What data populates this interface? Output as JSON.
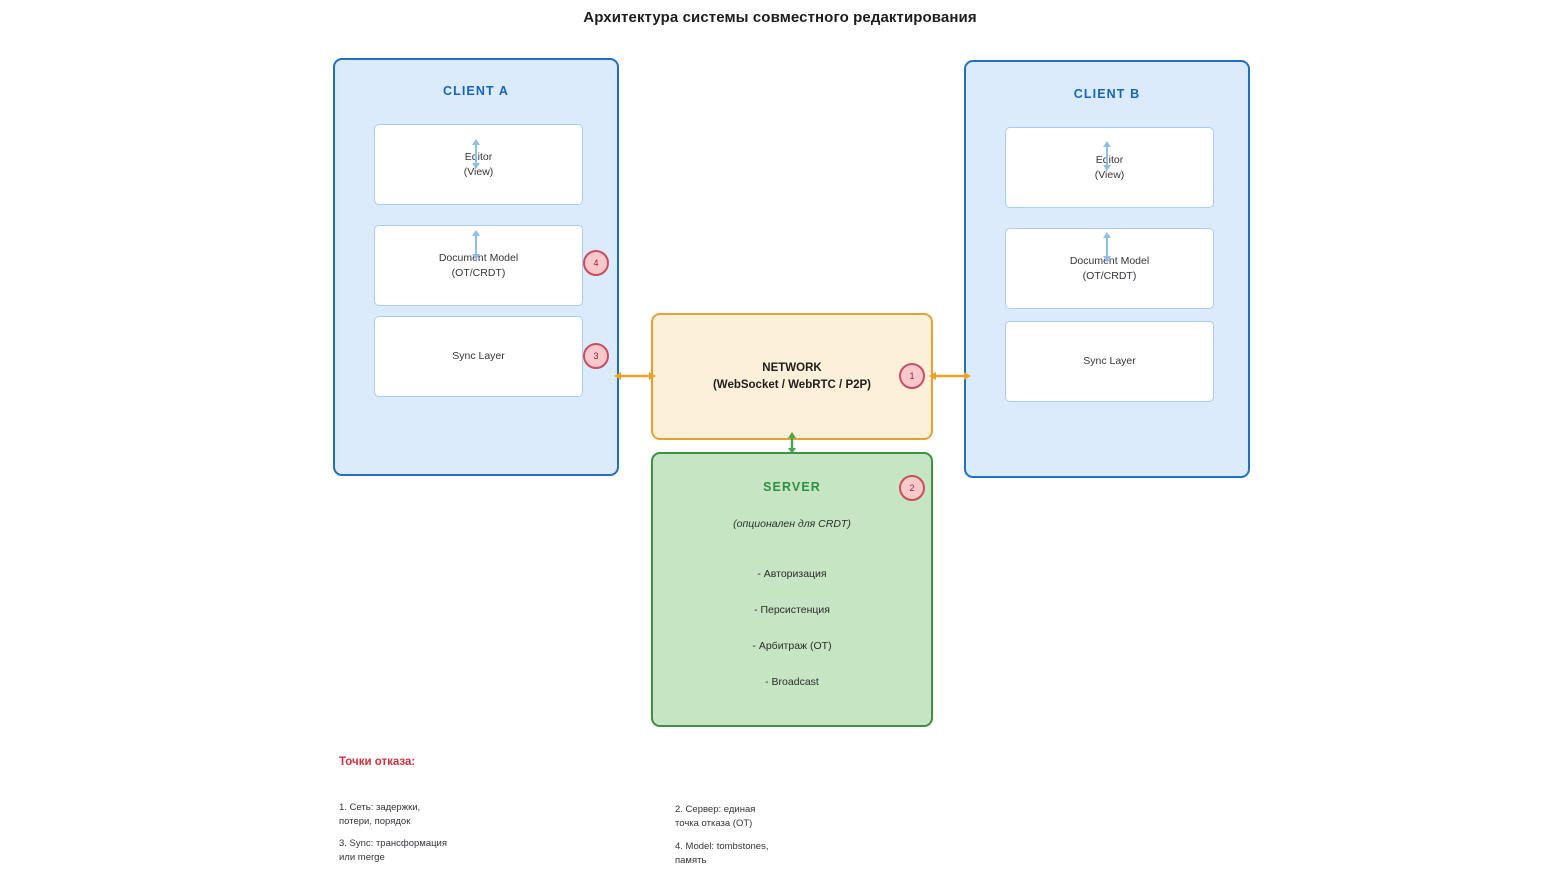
{
  "title": "Архитектура системы совместного редактирования",
  "clients": [
    {
      "id": "client-a",
      "title": "CLIENT A",
      "boxes": [
        {
          "line1": "Editor",
          "line2": "(View)"
        },
        {
          "line1": "Document Model",
          "line2": "(OT/CRDT)"
        },
        {
          "line1": "Sync Layer",
          "line2": ""
        }
      ],
      "badges": [
        {
          "label": "4",
          "target": "document-model"
        },
        {
          "label": "3",
          "target": "sync-layer"
        }
      ]
    },
    {
      "id": "client-b",
      "title": "CLIENT B",
      "boxes": [
        {
          "line1": "Editor",
          "line2": "(View)"
        },
        {
          "line1": "Document Model",
          "line2": "(OT/CRDT)"
        },
        {
          "line1": "Sync Layer",
          "line2": ""
        }
      ],
      "badges": []
    }
  ],
  "network": {
    "line1": "NETWORK",
    "line2": "(WebSocket / WebRTC / P2P)",
    "badge": "1"
  },
  "server": {
    "title": "SERVER",
    "subtitle": "(опционален для CRDT)",
    "badge": "2",
    "items": [
      "- Авторизация",
      "- Персистенция",
      "- Арбитраж (OT)",
      "- Broadcast"
    ]
  },
  "legend": {
    "heading": "Точки отказа:",
    "items": [
      "1. Сеть: задержки,\nпотери, порядок",
      "2. Сервер: единая\nточка отказа (OT)",
      "3. Sync: трансформация\nили merge",
      "4. Model: tombstones,\nпамять"
    ]
  },
  "colors": {
    "client_fill": "#dcebfb",
    "client_border": "#1f6fc4",
    "client_title": "#1565c0",
    "network_fill": "#fdf0d9",
    "network_border": "#e8a033",
    "server_fill": "#c5e5c3",
    "server_border": "#3f9142",
    "server_title": "#2e9142",
    "badge_fill": "#f8c8cd",
    "badge_border": "#c94f5e",
    "legend_heading": "#d0303e",
    "inner_arrow": "#8fbfe8"
  }
}
